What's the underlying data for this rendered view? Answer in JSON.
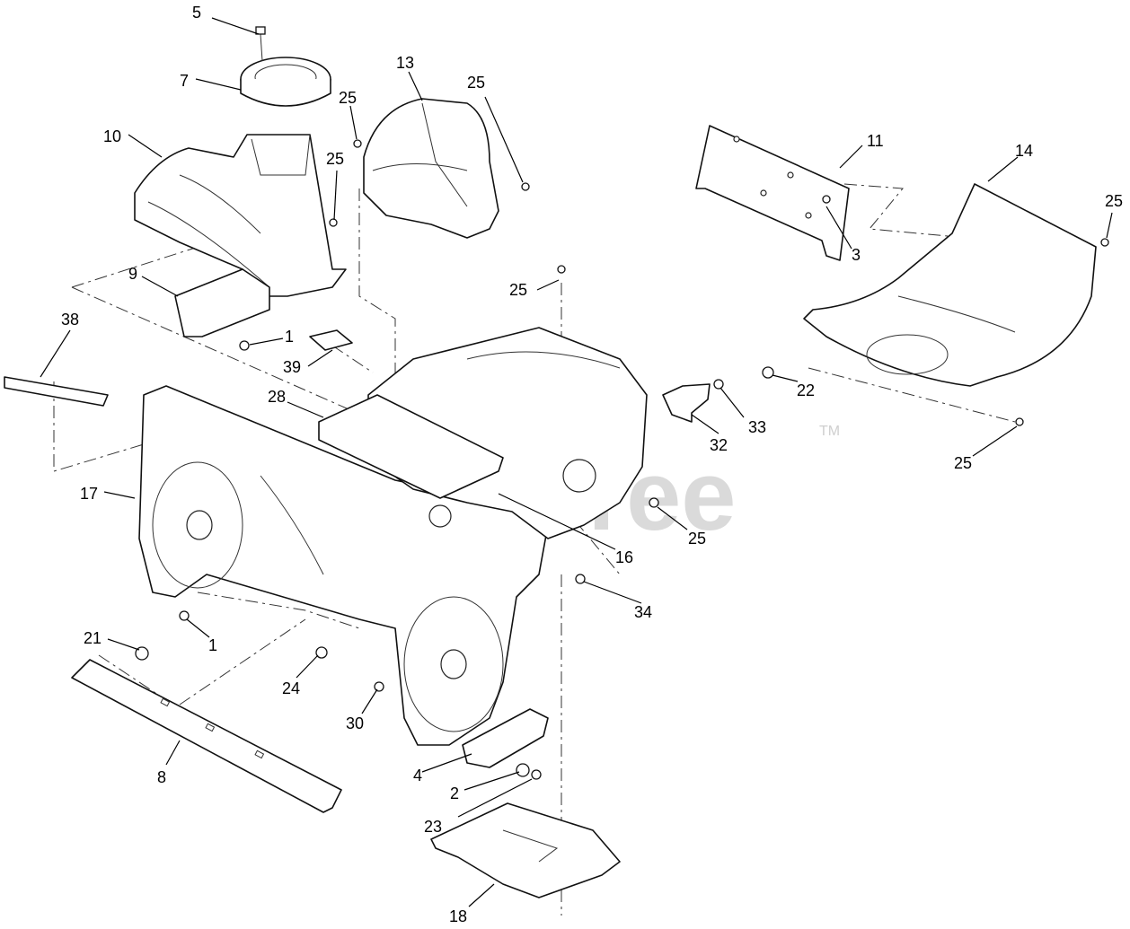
{
  "watermark": {
    "text": "PartsTree",
    "tm": "TM"
  },
  "callouts": [
    {
      "id": "c5",
      "label": "5"
    },
    {
      "id": "c7",
      "label": "7"
    },
    {
      "id": "c10",
      "label": "10"
    },
    {
      "id": "c13",
      "label": "13"
    },
    {
      "id": "c25a",
      "label": "25"
    },
    {
      "id": "c25b",
      "label": "25"
    },
    {
      "id": "c25c",
      "label": "25"
    },
    {
      "id": "c11",
      "label": "11"
    },
    {
      "id": "c14",
      "label": "14"
    },
    {
      "id": "c25d",
      "label": "25"
    },
    {
      "id": "c3",
      "label": "3"
    },
    {
      "id": "c9",
      "label": "9"
    },
    {
      "id": "c25e",
      "label": "25"
    },
    {
      "id": "c38",
      "label": "38"
    },
    {
      "id": "c1a",
      "label": "1"
    },
    {
      "id": "c39",
      "label": "39"
    },
    {
      "id": "c28",
      "label": "28"
    },
    {
      "id": "c33",
      "label": "33"
    },
    {
      "id": "c22",
      "label": "22"
    },
    {
      "id": "c32",
      "label": "32"
    },
    {
      "id": "c25f",
      "label": "25"
    },
    {
      "id": "c17",
      "label": "17"
    },
    {
      "id": "c16",
      "label": "16"
    },
    {
      "id": "c25g",
      "label": "25"
    },
    {
      "id": "c34",
      "label": "34"
    },
    {
      "id": "c21",
      "label": "21"
    },
    {
      "id": "c1b",
      "label": "1"
    },
    {
      "id": "c24",
      "label": "24"
    },
    {
      "id": "c30",
      "label": "30"
    },
    {
      "id": "c4",
      "label": "4"
    },
    {
      "id": "c8",
      "label": "8"
    },
    {
      "id": "c2",
      "label": "2"
    },
    {
      "id": "c23",
      "label": "23"
    },
    {
      "id": "c18",
      "label": "18"
    }
  ]
}
